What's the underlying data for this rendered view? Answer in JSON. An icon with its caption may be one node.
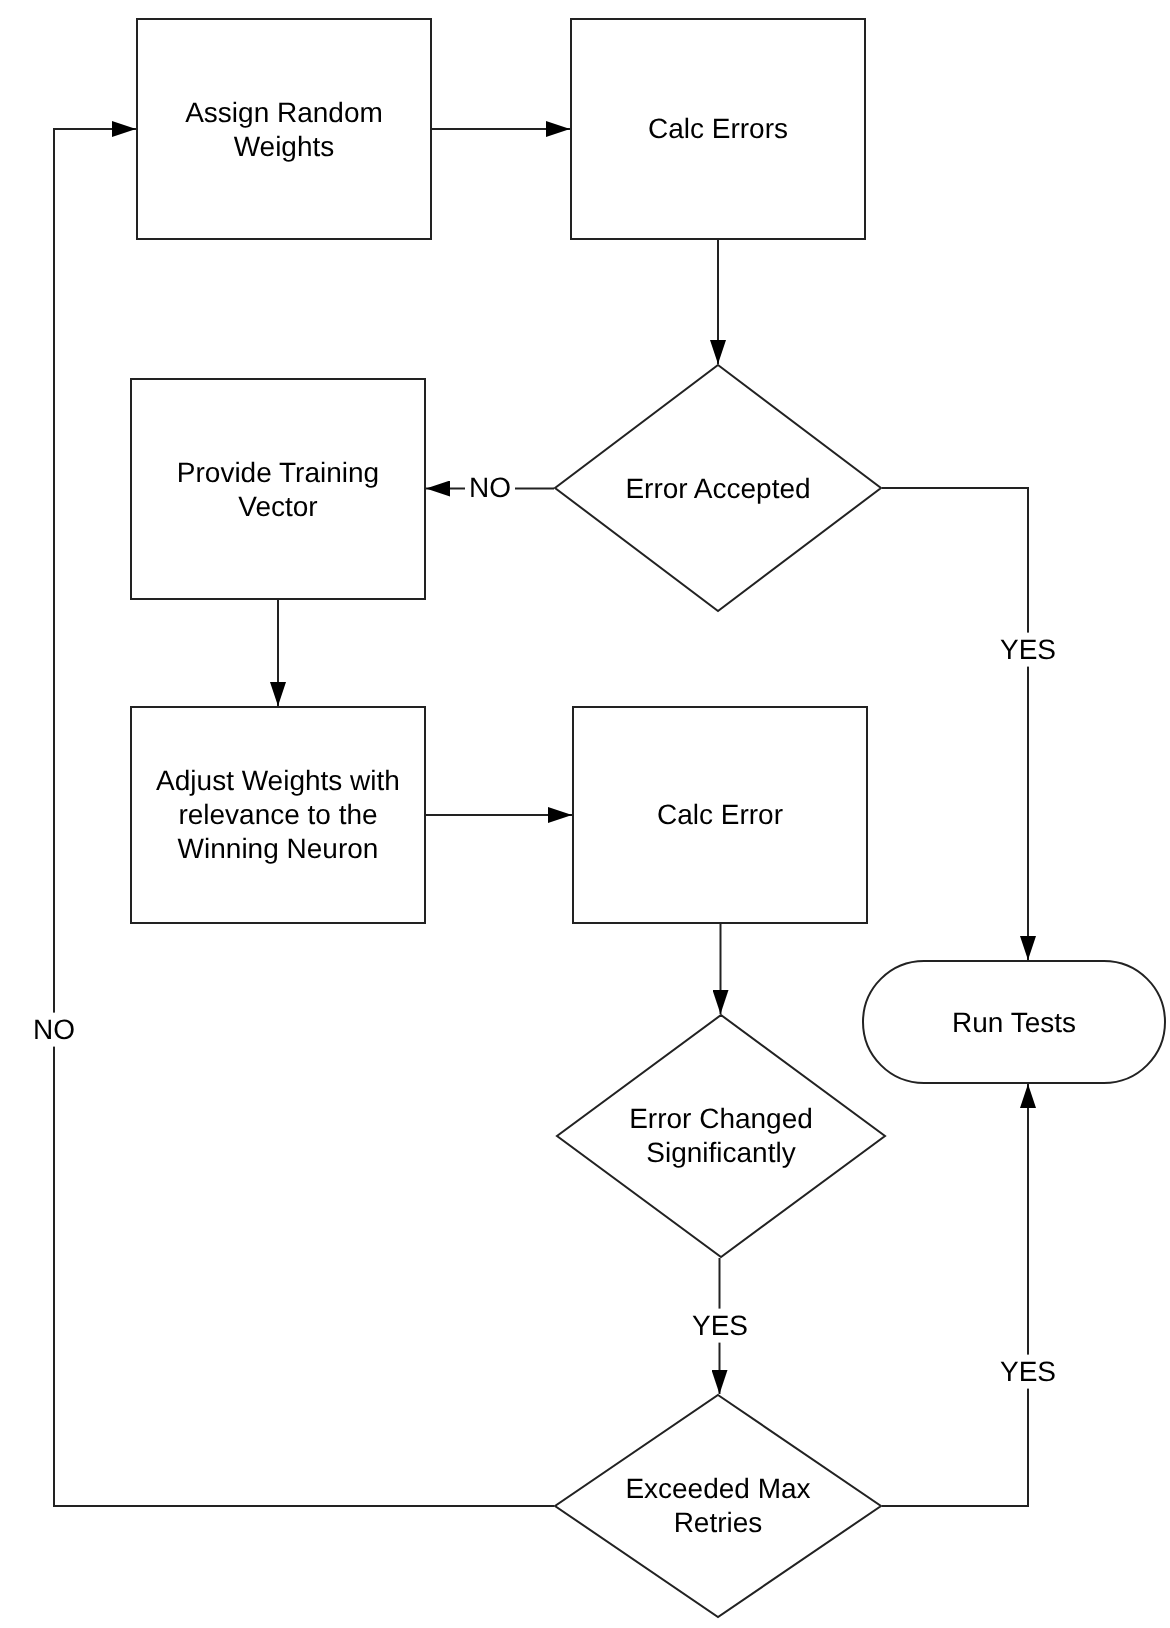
{
  "diagram": {
    "nodes": [
      {
        "text": [
          "Assign Random Weights"
        ]
      },
      {
        "text": [
          "Calc Errors"
        ]
      },
      {
        "text": [
          "Provide Training Vector"
        ]
      },
      {
        "text": [
          "Error Accepted"
        ]
      },
      {
        "text": [
          "Adjust Weights with relevance to the Winning Neuron"
        ]
      },
      {
        "text": [
          "Calc Error"
        ]
      },
      {
        "text": [
          "Run Tests"
        ]
      },
      {
        "text": [
          "Error Changed Significantly"
        ]
      },
      {
        "text": [
          "Exceeded Max Retries"
        ]
      }
    ],
    "edges": [
      {
        "from": 0,
        "to": 1,
        "arrow": "to"
      },
      {
        "from": 1,
        "to": 3,
        "arrow": "to"
      },
      {
        "from": 3,
        "to": 2,
        "arrow": "to",
        "label": "NO"
      },
      {
        "from": 3,
        "to": 6,
        "arrow": "to",
        "label": "YES"
      },
      {
        "from": 2,
        "to": 4,
        "arrow": "to"
      },
      {
        "from": 4,
        "to": 5,
        "arrow": "to"
      },
      {
        "from": 5,
        "to": 7,
        "arrow": "to"
      },
      {
        "from": 7,
        "to": 8,
        "arrow": "to",
        "label": "YES"
      },
      {
        "from": 8,
        "to": 6,
        "arrow": "to",
        "label": "YES"
      },
      {
        "from": 8,
        "to": 0,
        "arrow": "to",
        "label": "NO"
      }
    ]
  }
}
